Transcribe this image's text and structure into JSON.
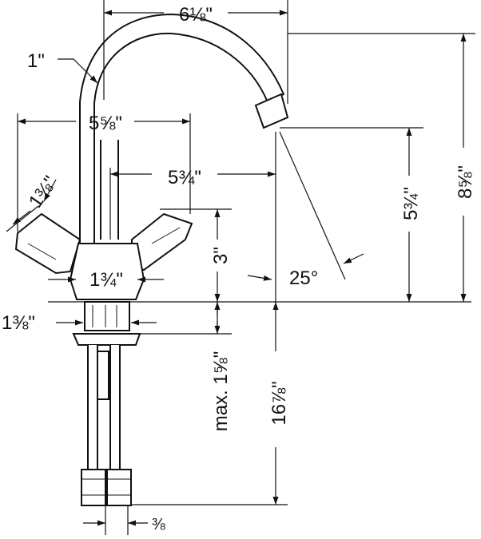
{
  "colors": {
    "line": "#111111",
    "background": "#ffffff"
  },
  "dimensions": {
    "spout_reach": "6⅛\"",
    "spout_diameter": "1\"",
    "handles_span": "5⅝\"",
    "handle_diameter": "1⅜\"",
    "spout_to_center": "5¾\"",
    "body_width": "1¾\"",
    "handle_height": "3\"",
    "spout_angle": "25°",
    "spout_clearance": "5¾\"",
    "overall_height": "8⅝\"",
    "shank_diameter": "1⅜\"",
    "max_deck_thickness": "max. 1⅝\"",
    "supply_length": "16⅞\"",
    "supply_size": "⅜"
  }
}
